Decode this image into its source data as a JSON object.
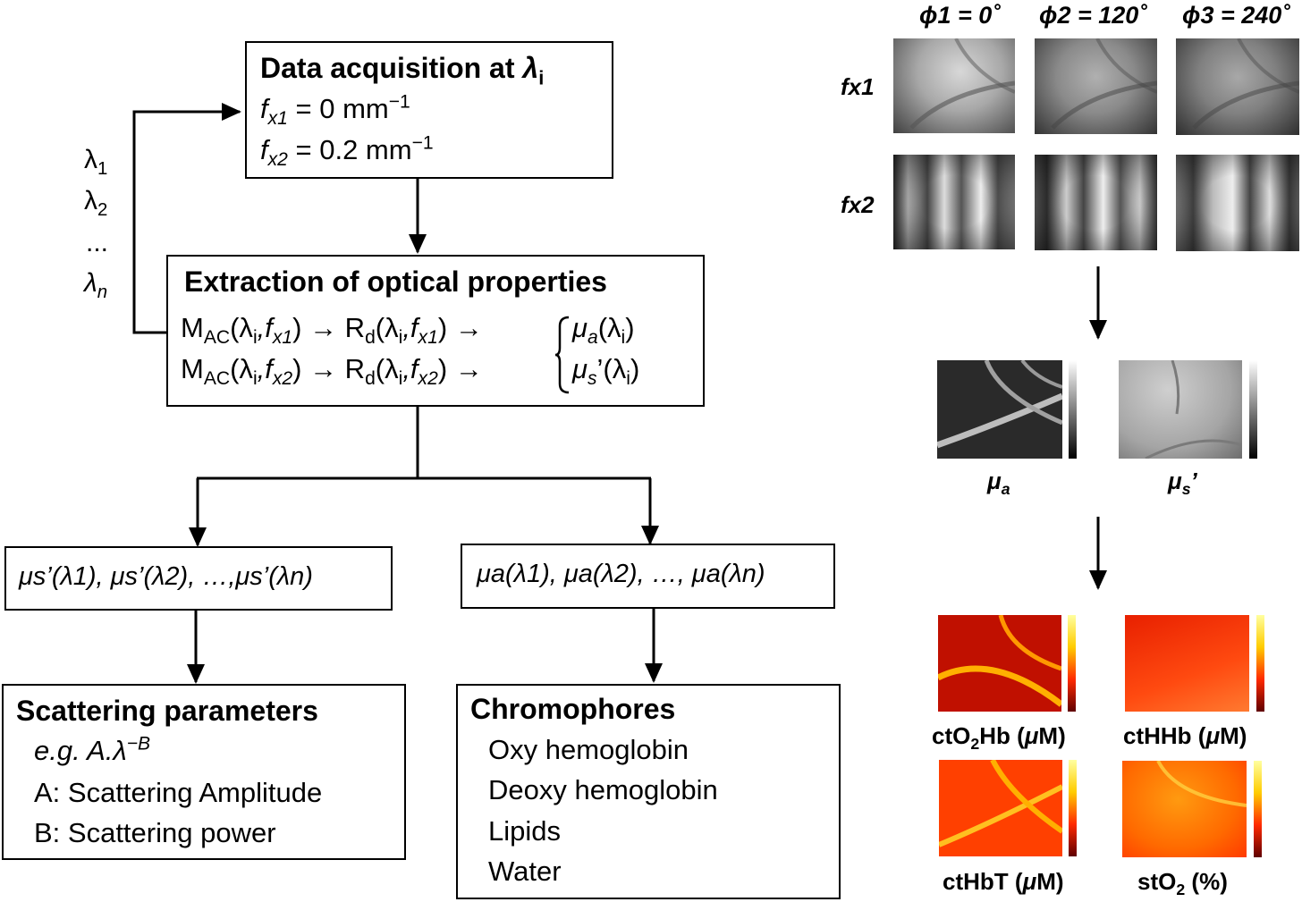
{
  "flow": {
    "acquisition": {
      "title": "Data acquisition at ",
      "title_sym": "λ",
      "title_sub": "i",
      "f1_sym": "f",
      "f1_sub": "x1",
      "f1_rest": " = 0 mm",
      "f1_sup": "−1",
      "f2_sym": "f",
      "f2_sub": "x2",
      "f2_rest": " = 0.2 mm",
      "f2_sup": "−1"
    },
    "lambdas": [
      "λ",
      "λ",
      "...",
      "λ"
    ],
    "lambda_subs": [
      "1",
      "2",
      "",
      "n"
    ],
    "extraction": {
      "title": "Extraction of optical properties",
      "row1_left": "M",
      "row1_sub": "AC",
      "row1_args": "(λ",
      "row1_mid": "i",
      "row1_f": ",f",
      "row1_fsub": "x1",
      "row1_arrow": ") → R",
      "row1_rsub": "d",
      "row1_rargs": "(λ",
      "row1_rmid": "i",
      "row1_rf": ",f",
      "row1_rfsub": "x1",
      "row1_end": ") →",
      "row2_fsub": "x2",
      "mu_a": "μ",
      "mu_a_sub": "a",
      "mu_a_arg": "(λ",
      "mu_a_i": "i",
      "mu_a_close": ")",
      "mu_s": "μ",
      "mu_s_sub": "s",
      "mu_s_prime": "’(λ",
      "mu_s_i": "i",
      "mu_s_close": ")"
    },
    "scatter_list": "μs’(λ1), μs’(λ2), …,μs’(λn)",
    "absorb_list": "μa(λ1), μa(λ2), …, μa(λn)",
    "scattering": {
      "title": "Scattering parameters",
      "eg": "e.g. A.λ",
      "eg_sup": "−B",
      "a": "A: Scattering Amplitude",
      "b": "B: Scattering power"
    },
    "chromophores": {
      "title": "Chromophores",
      "items": [
        "Oxy hemoglobin",
        "Deoxy hemoglobin",
        "Lipids",
        "Water"
      ]
    }
  },
  "images": {
    "phases": [
      "ϕ1 = 0˚",
      "ϕ2 = 120˚",
      "ϕ3 = 240˚"
    ],
    "rows": [
      "fx1",
      "fx2"
    ],
    "optical_labels": [
      "μa",
      "μs’"
    ],
    "chromophore_maps": [
      {
        "main": "ctO",
        "sub": "2",
        "rest": "Hb (",
        "unit_sym": "μ",
        "unit": "M)"
      },
      {
        "main": "ctHHb (",
        "sub": "",
        "rest": "",
        "unit_sym": "μ",
        "unit": "M)"
      },
      {
        "main": "ctHbT (",
        "sub": "",
        "rest": "",
        "unit_sym": "μ",
        "unit": "M)"
      },
      {
        "main": "stO",
        "sub": "2",
        "rest": " (%)",
        "unit_sym": "",
        "unit": ""
      }
    ]
  },
  "colors": {
    "line": "#000000",
    "heat_dark": "#b30000",
    "heat_mid": "#ff3300",
    "heat_light": "#ffdd33"
  }
}
